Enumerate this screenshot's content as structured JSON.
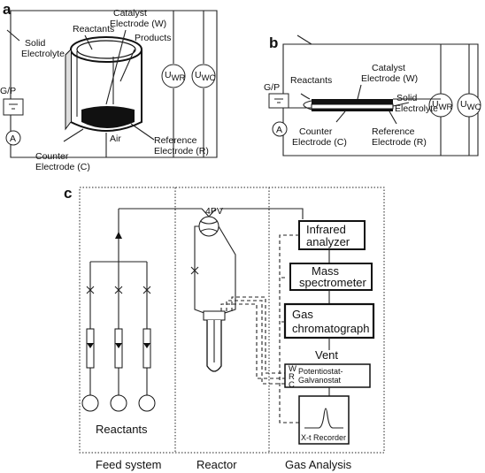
{
  "panels": {
    "a": {
      "letter": "a",
      "reactants": "Reactants",
      "solid_electrolyte": [
        "Solid",
        "Electrolyte"
      ],
      "catalyst_electrode": [
        "Catalyst",
        "Electrode (W)"
      ],
      "products": "Products",
      "gp": "G/P",
      "ammeter": "A",
      "u_wr": "U",
      "u_wr_sub": "WR",
      "u_wc": "U",
      "u_wc_sub": "WC",
      "counter_electrode": [
        "Counter",
        "Electrode (C)"
      ],
      "air": "Air",
      "reference_electrode": [
        "Reference",
        "Electrode (R)"
      ]
    },
    "b": {
      "letter": "b",
      "reactants": "Reactants",
      "catalyst_electrode": [
        "Catalyst",
        "Electrode (W)"
      ],
      "solid_electrolyte": [
        "Solid",
        "Electrolyte"
      ],
      "gp": "G/P",
      "ammeter": "A",
      "u_wr": "U",
      "u_wr_sub": "WR",
      "u_wc": "U",
      "u_wc_sub": "WC",
      "counter_electrode": [
        "Counter",
        "Electrode (C)"
      ],
      "reference_electrode": [
        "Reference",
        "Electrode (R)"
      ]
    },
    "c": {
      "letter": "c",
      "valve": "4PV",
      "infrared": [
        "Infrared",
        "analyzer"
      ],
      "mass": [
        "Mass",
        "spectrometer"
      ],
      "gc": [
        "Gas",
        "chromatograph"
      ],
      "vent": "Vent",
      "potentiostat": [
        "Potentiostat-",
        "Galvanostat"
      ],
      "wrc": [
        "W",
        "R",
        "C"
      ],
      "recorder": "X-t Recorder",
      "reactants": "Reactants",
      "sections": [
        "Feed system",
        "Reactor",
        "Gas Analysis"
      ]
    }
  }
}
